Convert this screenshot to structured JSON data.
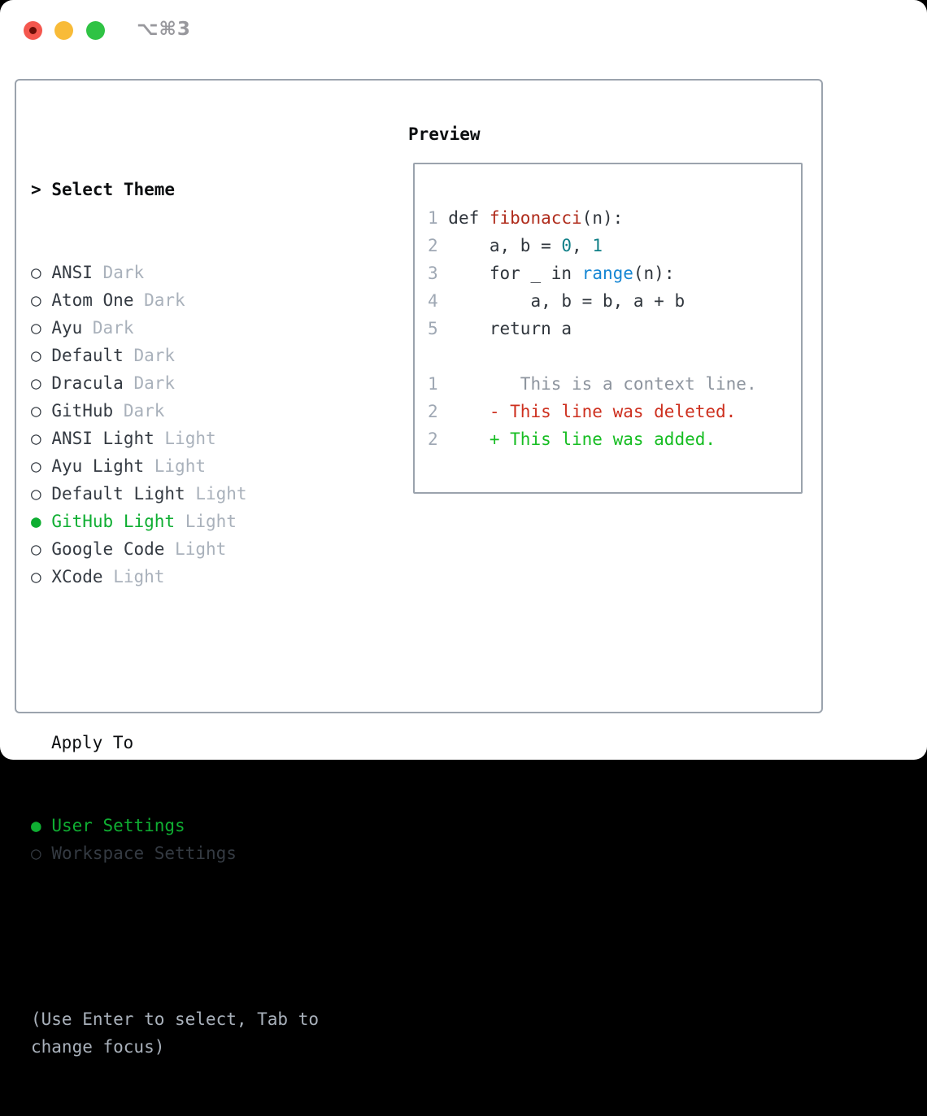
{
  "window": {
    "title": "⌥⌘3",
    "traffic_lights": [
      "close",
      "minimize",
      "zoom"
    ]
  },
  "colors": {
    "selection_green": "#0fae32",
    "added_green": "#16bd22",
    "deleted_red": "#cd2f1e",
    "function_red": "#b02c1c",
    "builtin_blue": "#1586d3",
    "number_teal": "#0f7f87",
    "context_gray": "#8d949e",
    "linenum_gray": "#9fa8b4",
    "code_default": "#2f353c",
    "muted_gray": "#a9b1bb",
    "item_dark": "#343a42",
    "heading_black": "#0c0e10",
    "border_gray": "#9ba3ad",
    "title_gray": "#98989d",
    "traffic_red": "#f4574e",
    "traffic_yellow": "#f8bb38",
    "traffic_green": "#2fc344"
  },
  "theme_panel": {
    "header_marker": ">",
    "header_label": "Select Theme",
    "items": [
      {
        "marker": "○",
        "name": "ANSI",
        "variant": "Dark",
        "selected": false
      },
      {
        "marker": "○",
        "name": "Atom One",
        "variant": "Dark",
        "selected": false
      },
      {
        "marker": "○",
        "name": "Ayu",
        "variant": "Dark",
        "selected": false
      },
      {
        "marker": "○",
        "name": "Default",
        "variant": "Dark",
        "selected": false
      },
      {
        "marker": "○",
        "name": "Dracula",
        "variant": "Dark",
        "selected": false
      },
      {
        "marker": "○",
        "name": "GitHub",
        "variant": "Dark",
        "selected": false
      },
      {
        "marker": "○",
        "name": "ANSI Light",
        "variant": "Light",
        "selected": false
      },
      {
        "marker": "○",
        "name": "Ayu Light",
        "variant": "Light",
        "selected": false
      },
      {
        "marker": "○",
        "name": "Default Light",
        "variant": "Light",
        "selected": false
      },
      {
        "marker": "●",
        "name": "GitHub Light",
        "variant": "Light",
        "selected": true
      },
      {
        "marker": "○",
        "name": "Google Code",
        "variant": "Light",
        "selected": false
      },
      {
        "marker": "○",
        "name": "XCode",
        "variant": "Light",
        "selected": false
      }
    ]
  },
  "apply_to": {
    "label": "Apply To",
    "items": [
      {
        "marker": "●",
        "label": "User Settings",
        "selected": true
      },
      {
        "marker": "○",
        "label": "Workspace Settings",
        "selected": false
      }
    ]
  },
  "hint_lines": [
    "(Use Enter to select, Tab to",
    "change focus)"
  ],
  "preview": {
    "label": "Preview",
    "lines": [
      {
        "segments": [
          {
            "text": "1 ",
            "color": "linenum"
          },
          {
            "text": "def ",
            "color": "code"
          },
          {
            "text": "fibonacci",
            "color": "function"
          },
          {
            "text": "(n):",
            "color": "code"
          }
        ]
      },
      {
        "segments": [
          {
            "text": "2",
            "color": "linenum"
          },
          {
            "text": "     a, b = ",
            "color": "code"
          },
          {
            "text": "0",
            "color": "number"
          },
          {
            "text": ", ",
            "color": "code"
          },
          {
            "text": "1",
            "color": "number"
          }
        ]
      },
      {
        "segments": [
          {
            "text": "3",
            "color": "linenum"
          },
          {
            "text": "     for _ in ",
            "color": "code"
          },
          {
            "text": "range",
            "color": "builtin"
          },
          {
            "text": "(n):",
            "color": "code"
          }
        ]
      },
      {
        "segments": [
          {
            "text": "4",
            "color": "linenum"
          },
          {
            "text": "         a, b = b, a + b",
            "color": "code"
          }
        ]
      },
      {
        "segments": [
          {
            "text": "5",
            "color": "linenum"
          },
          {
            "text": "     return a",
            "color": "code"
          }
        ]
      },
      {
        "segments": []
      },
      {
        "segments": [
          {
            "text": "1",
            "color": "linenum"
          },
          {
            "text": "        This is a context line.",
            "color": "context"
          }
        ]
      },
      {
        "segments": [
          {
            "text": "2",
            "color": "linenum"
          },
          {
            "text": "     - This line was deleted.",
            "color": "deleted"
          }
        ]
      },
      {
        "segments": [
          {
            "text": "2",
            "color": "linenum"
          },
          {
            "text": "     + This line was added.",
            "color": "added"
          }
        ]
      }
    ]
  }
}
